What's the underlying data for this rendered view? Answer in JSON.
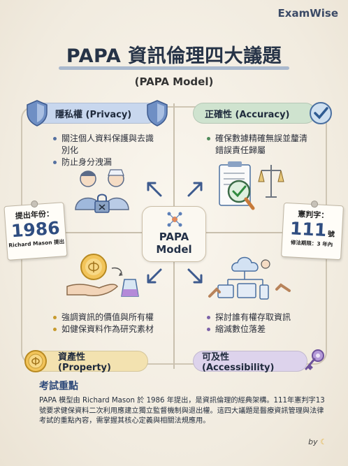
{
  "brand": "ExamWise",
  "title": "PAPA 資訊倫理四大議題",
  "subtitle": "(PAPA Model)",
  "quadrants": {
    "privacy": {
      "label": "隱私權 (Privacy)",
      "bullets": [
        "關注個人資料保護與去識別化",
        "防止身分洩漏"
      ]
    },
    "accuracy": {
      "label": "正確性 (Accuracy)",
      "bullets": [
        "確保數據精確無誤並釐清錯誤責任歸屬"
      ]
    },
    "property": {
      "label": "資產性 (Property)",
      "bullets": [
        "強調資訊的價值與所有權",
        "如健保資料作為研究素材"
      ]
    },
    "accessibility": {
      "label": "可及性 (Accessibility)",
      "bullets": [
        "探討誰有權存取資訊",
        "縮減數位落差"
      ]
    }
  },
  "center": {
    "line1": "PAPA",
    "line2": "Model"
  },
  "left_card": {
    "label": "提出年份：",
    "value": "1986",
    "note": "Richard Mason 提出"
  },
  "right_card": {
    "label": "憲判字：",
    "value": "111",
    "unit": "號",
    "note": "修法期限：3 年內"
  },
  "exam": {
    "title": "考試重點",
    "text": "PAPA 模型由 Richard Mason 於 1986 年提出，是資訊倫理的經典架構。111年憲判字13號要求健保資料二次利用應建立獨立監督機制與退出權。這四大議題是醫療資訊管理與法律考試的重點內容，需掌握其核心定義與相關法規應用。"
  },
  "by": "by",
  "colors": {
    "privacy": "#c8d7ee",
    "accuracy": "#cfe3cf",
    "property": "#f3e2b0",
    "accessibility": "#ddd3ec",
    "accent": "#2f4d80"
  }
}
